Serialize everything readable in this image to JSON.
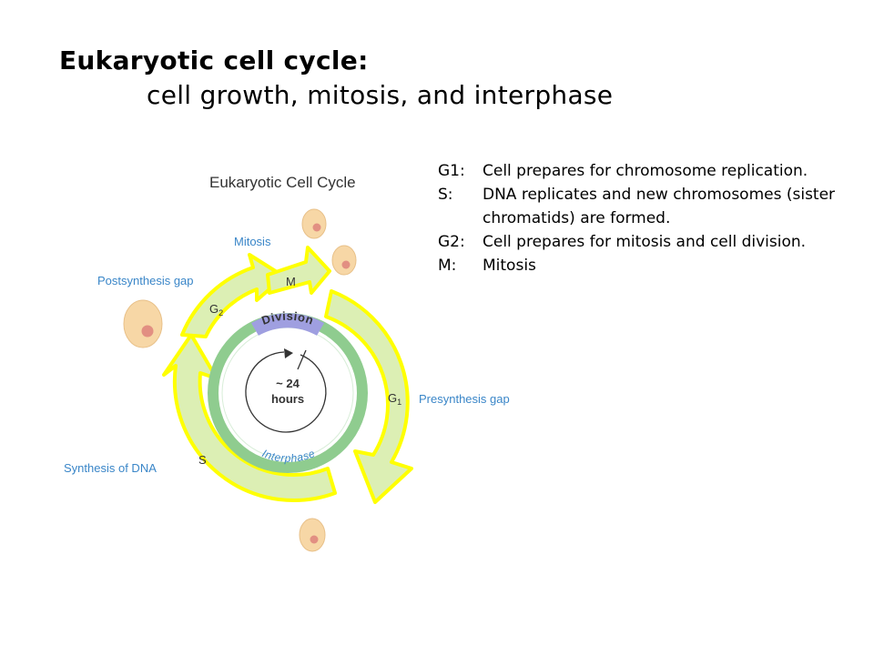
{
  "slide": {
    "title_line1": "Eukaryotic cell cycle:",
    "title_line2": "cell growth, mitosis, and interphase"
  },
  "diagram": {
    "title": "Eukaryotic Cell Cycle",
    "phase_m": "M",
    "phase_g2_main": "G",
    "phase_g2_sub": "2",
    "phase_g1_main": "G",
    "phase_g1_sub": "1",
    "phase_s": "S",
    "label_mitosis": "Mitosis",
    "label_postsynthesis": "Postsynthesis gap",
    "label_presynthesis": "Presynthesis gap",
    "label_synthesis": "Synthesis of DNA",
    "division": "Division",
    "interphase": "Interphase",
    "clock_line1": "~ 24",
    "clock_line2": "hours",
    "colors": {
      "arrow_fill": "#dcefb4",
      "arrow_outline": "#ffff00",
      "inner_ring": "#8fcc8f",
      "label_blue": "#3a86c8",
      "division_band": "#9f9fe0",
      "cell_fill": "#f7d7a6",
      "nucleus": "#e28f82"
    }
  },
  "description": {
    "items": [
      {
        "key": "G1:",
        "text": "Cell prepares for chromosome replication."
      },
      {
        "key": "S:",
        "text": "DNA replicates and new chromosomes (sister chromatids) are formed."
      },
      {
        "key": "G2:",
        "text": "Cell prepares for mitosis and cell division."
      },
      {
        "key": "M:",
        "text": "Mitosis"
      }
    ]
  }
}
